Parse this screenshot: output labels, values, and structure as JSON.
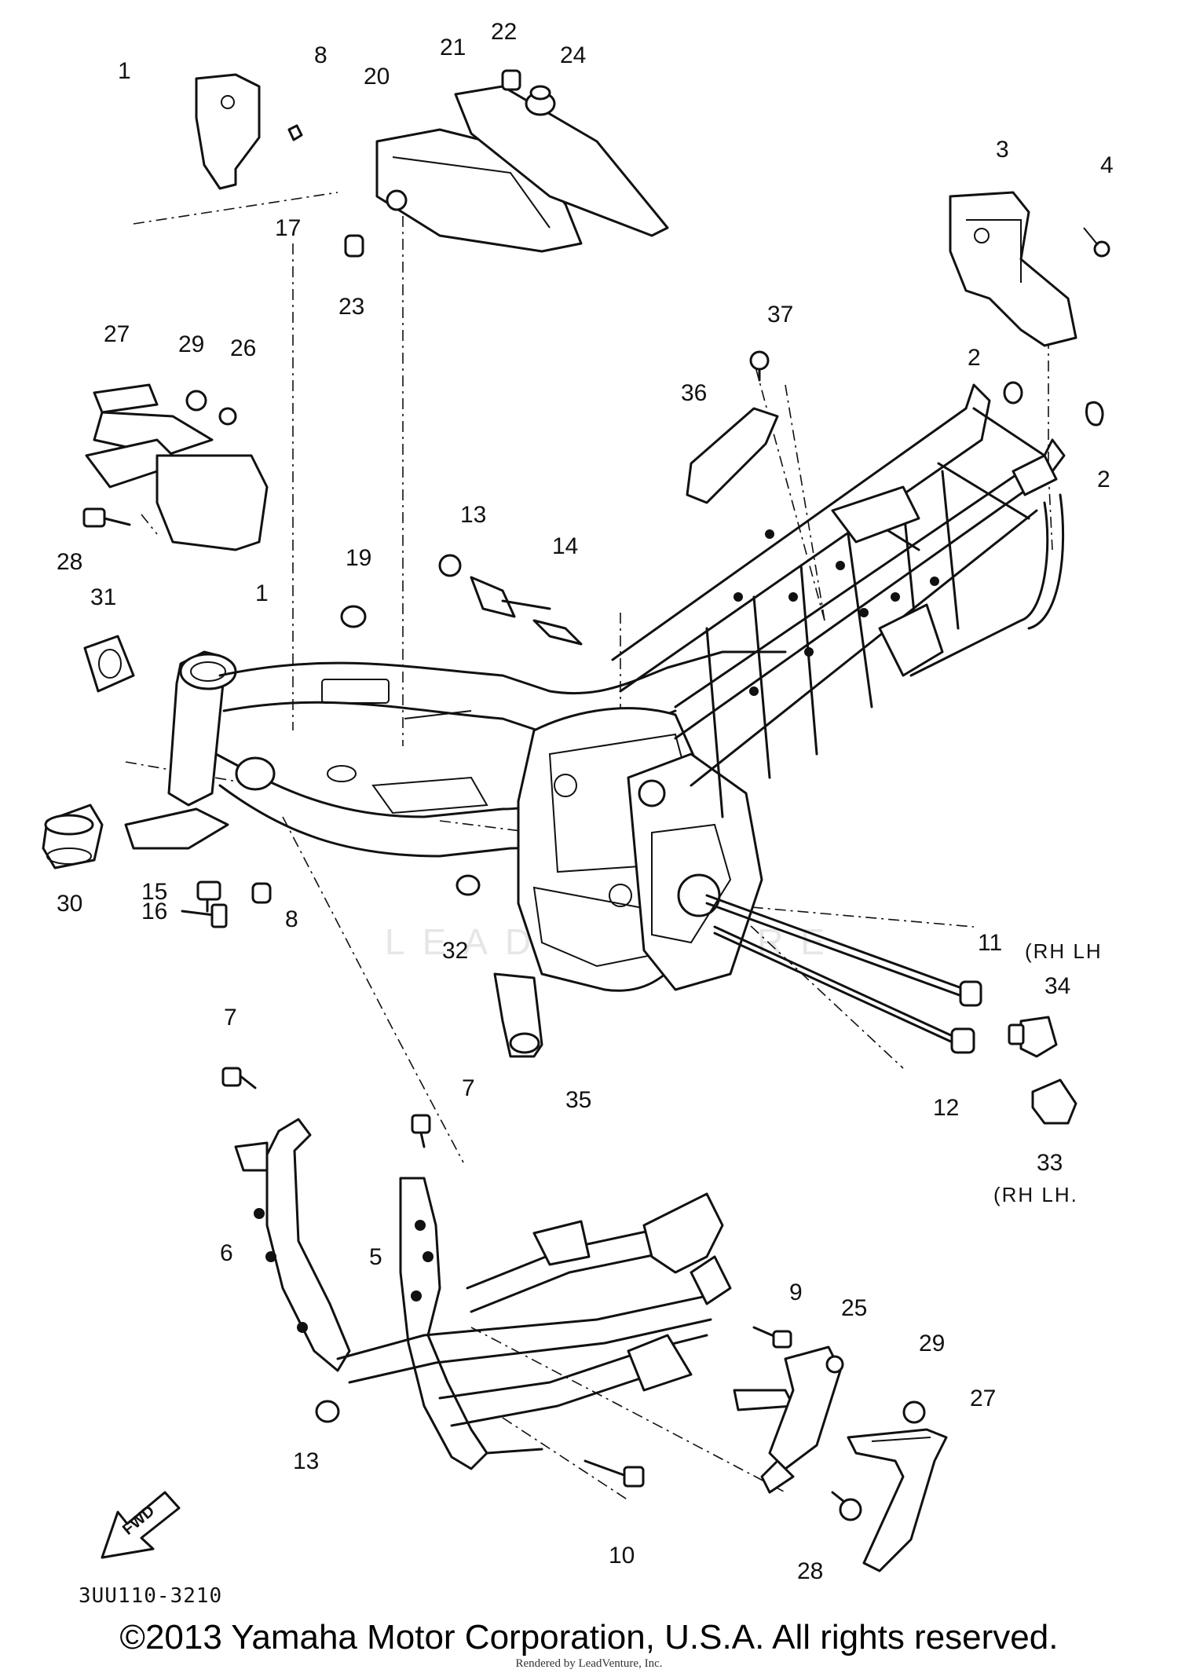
{
  "diagram": {
    "callouts": [
      "1",
      "8",
      "21",
      "22",
      "24",
      "20",
      "17",
      "23",
      "3",
      "4",
      "37",
      "2",
      "36",
      "2",
      "27",
      "29",
      "26",
      "13",
      "14",
      "19",
      "28",
      "31",
      "1",
      "15",
      "30",
      "16",
      "8",
      "32",
      "11",
      "34",
      "12",
      "35",
      "33",
      "7",
      "7",
      "5",
      "6",
      "9",
      "25",
      "29",
      "27",
      "13",
      "10",
      "28"
    ],
    "notes": {
      "rh_lh_top": "(RH LH",
      "rh_lh_bottom": "(RH LH."
    },
    "drawing_code": "3UU110-3210",
    "fwd_label": "FWD",
    "watermark": "LEADVENTURE"
  },
  "footer": {
    "copyright": "©2013 Yamaha Motor Corporation, U.S.A. All rights reserved.",
    "rendered_by": "Rendered by LeadVenture, Inc."
  }
}
